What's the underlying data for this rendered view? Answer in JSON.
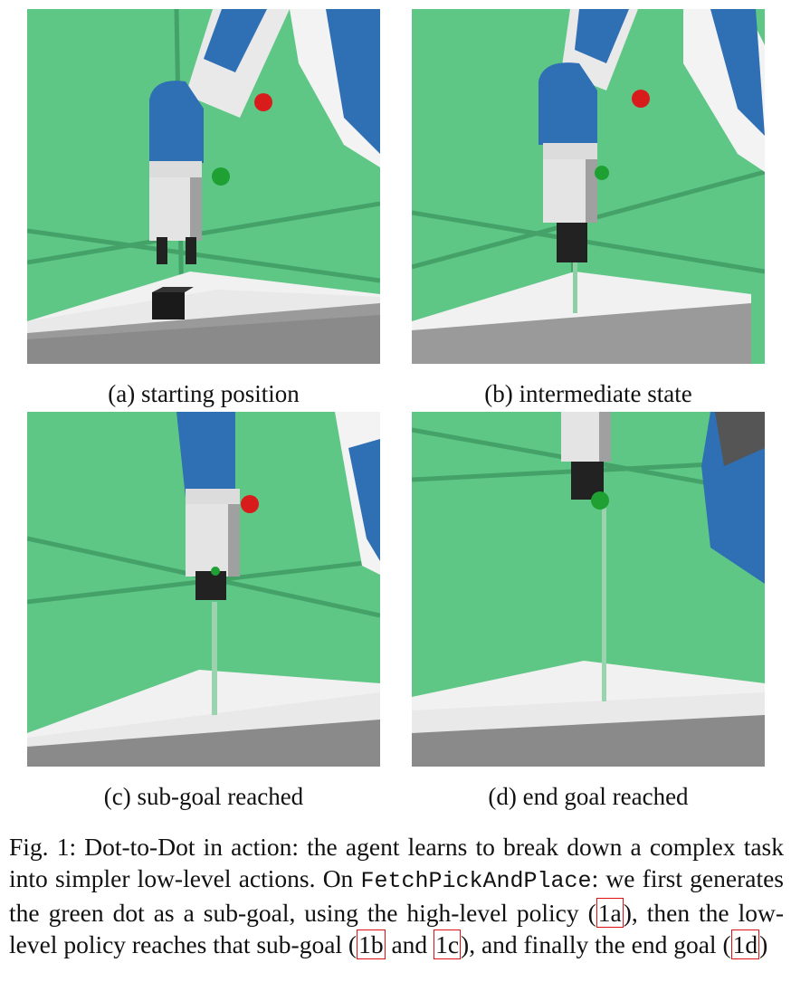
{
  "figure": {
    "subcaptions": {
      "a": "(a) starting position",
      "b": "(b) intermediate state",
      "c": "(c) sub-goal reached",
      "d": "(d) end goal reached"
    },
    "caption": {
      "prefix": "Fig. 1: Dot-to-Dot in action: the agent learns to break down a complex task into simpler low-level actions. On ",
      "env_name": "FetchPickAndPlace",
      "middle_1": ": we first generates the green dot as a sub-goal, using the high-level policy (",
      "ref_1a": "1a",
      "middle_2": "), then the low-level policy reaches that sub-goal (",
      "ref_1b": "1b",
      "and_word": " and ",
      "ref_1c": "1c",
      "middle_3": "), and finally the end goal (",
      "ref_1d": "1d",
      "suffix": ")"
    },
    "colors": {
      "background": "#5ec786",
      "arm_blue": "#2f6fb4",
      "table": "#f2f2f2",
      "goal_red": "#d81c1c",
      "subgoal_green": "#1fa032",
      "ref_box": "#dd1111"
    }
  }
}
